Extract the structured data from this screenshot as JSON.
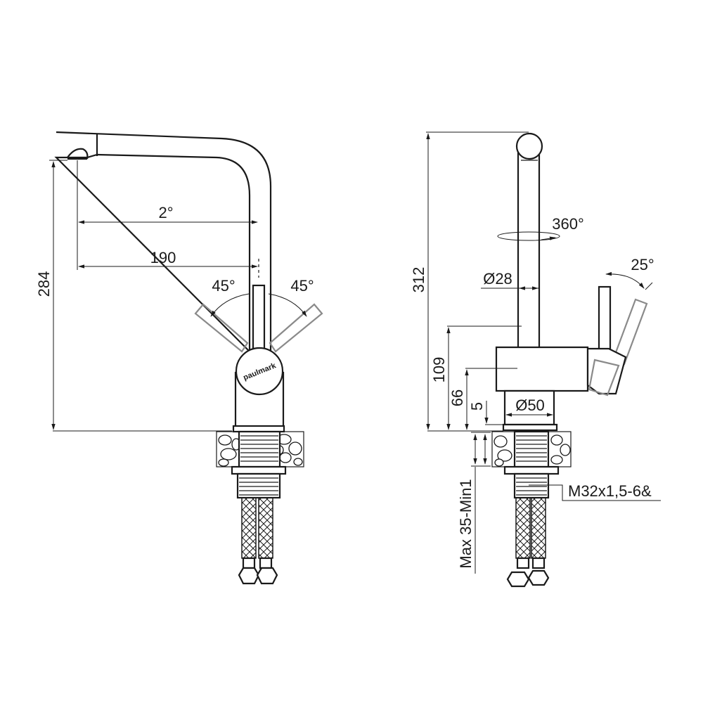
{
  "front_view": {
    "reach_upper_label": "2°",
    "reach_label": "190",
    "height_label": "284",
    "swivel_left_label": "45°",
    "swivel_right_label": "45°",
    "brand_logo_text": "paulmark"
  },
  "side_view": {
    "total_height_label": "312",
    "rotation_label": "360°",
    "spout_diameter_label": "Ø28",
    "lever_angle_label": "25°",
    "body_height_label": "109",
    "body_axis_label": "66",
    "base_ring_label": "5",
    "base_diameter_label": "Ø50",
    "countertop_label": "Max 35-Min1",
    "thread_label": "M32x1,5-6&"
  }
}
